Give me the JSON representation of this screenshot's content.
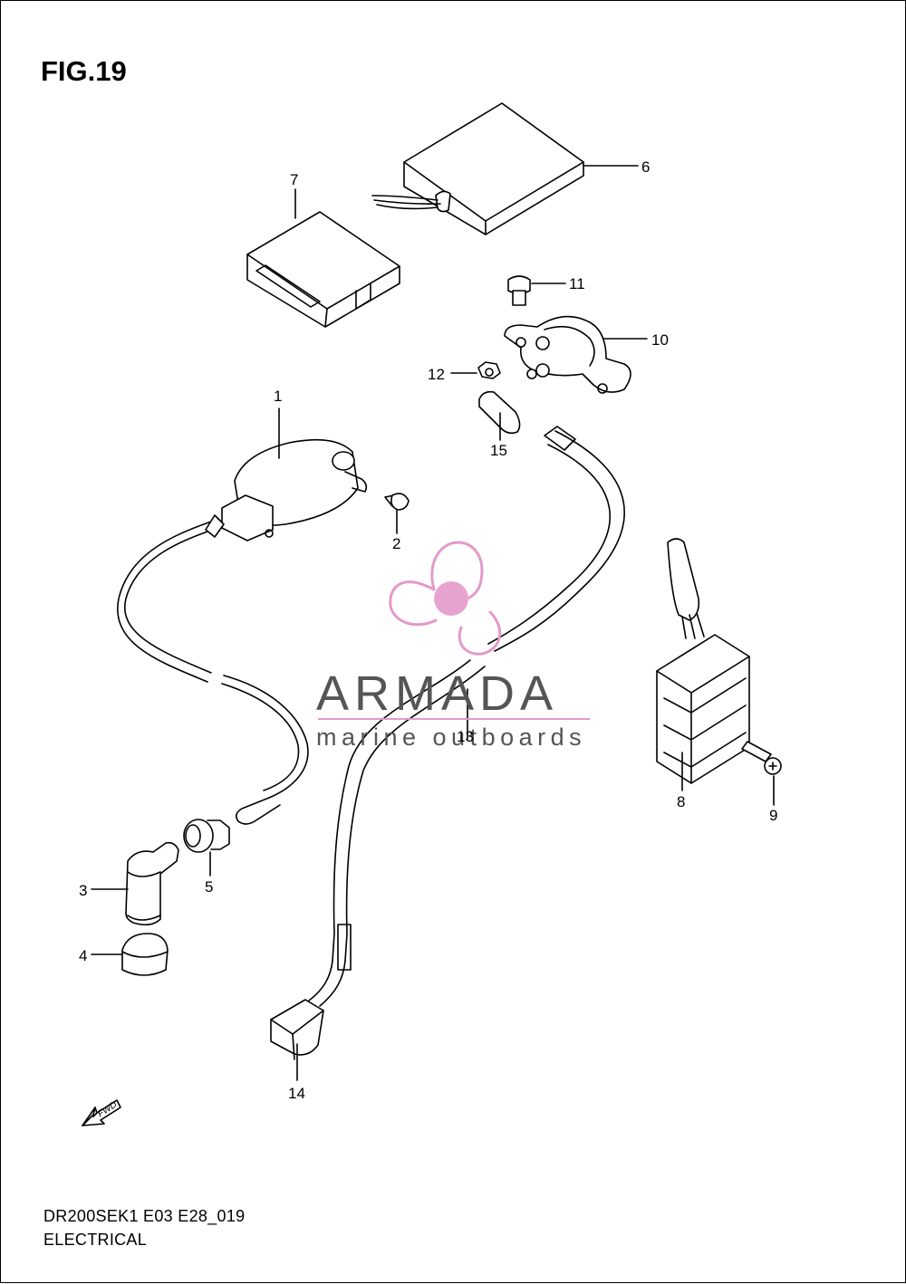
{
  "figure": {
    "title": "FIG.19"
  },
  "footer": {
    "code": "DR200SEK1 E03 E28_019",
    "name": "ELECTRICAL"
  },
  "watermark": {
    "brand": "ARMADA",
    "tagline": "marine outboards",
    "accent_color": "#e39ac9"
  },
  "fwd_label": "FWD",
  "callouts": {
    "p1": "1",
    "p2": "2",
    "p3": "3",
    "p4": "4",
    "p5": "5",
    "p6": "6",
    "p7": "7",
    "p8": "8",
    "p9": "9",
    "p10": "10",
    "p11": "11",
    "p12": "12",
    "p13": "13",
    "p14": "14",
    "p15": "15"
  }
}
